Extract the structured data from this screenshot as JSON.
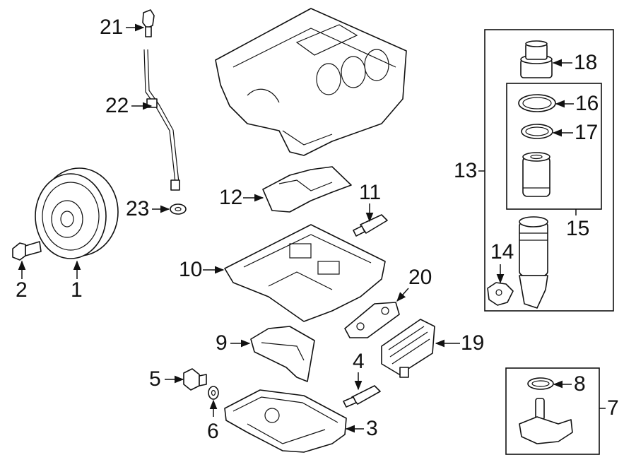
{
  "callouts": [
    "1",
    "2",
    "3",
    "4",
    "5",
    "6",
    "7",
    "8",
    "9",
    "10",
    "11",
    "12",
    "13",
    "14",
    "15",
    "16",
    "17",
    "18",
    "19",
    "20",
    "21",
    "22",
    "23"
  ],
  "icons": {
    "arrowhead": "arrow-icon"
  }
}
